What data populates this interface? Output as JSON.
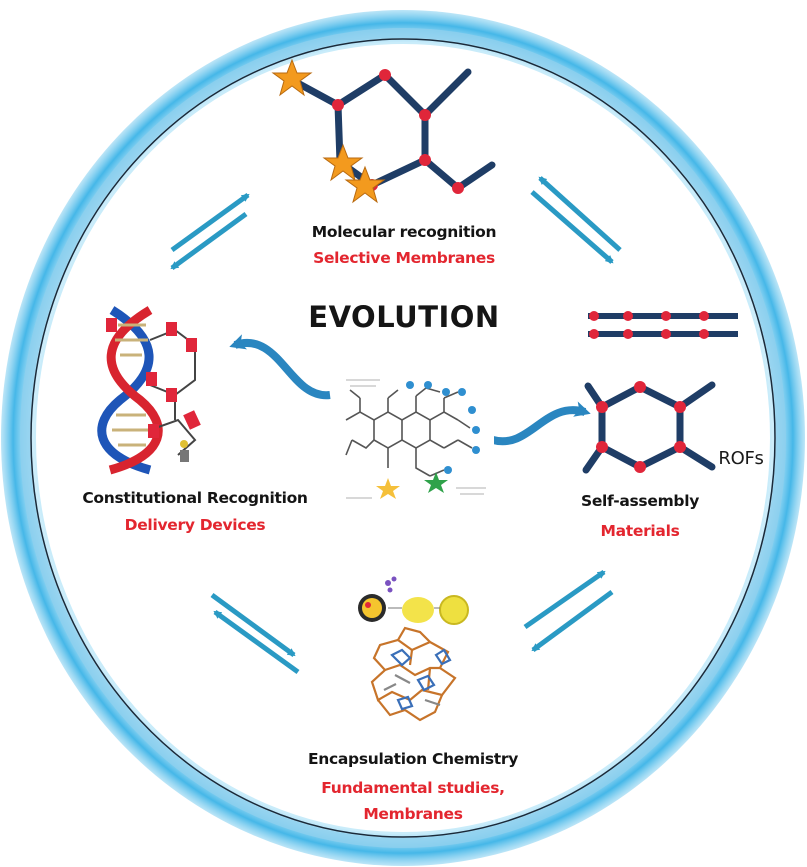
{
  "title": "EVOLUTION",
  "modules": {
    "top": {
      "heading": "Molecular recognition",
      "application": "Selective Membranes"
    },
    "left": {
      "heading": "Constitutional Recognition",
      "application": "Delivery Devices"
    },
    "right": {
      "heading": "Self-assembly",
      "application": "Materials",
      "tag": "ROFs"
    },
    "bottom": {
      "heading": "Encapsulation Chemistry",
      "application_line1": "Fundamental studies,",
      "application_line2": "Membranes"
    }
  },
  "colors": {
    "ring": "#3fb6e6",
    "arrow": "#2a9ac4",
    "bond": "#1f3d66",
    "node": "#e0263a",
    "star": "#f39a1e",
    "label_red": "#e3262f"
  }
}
